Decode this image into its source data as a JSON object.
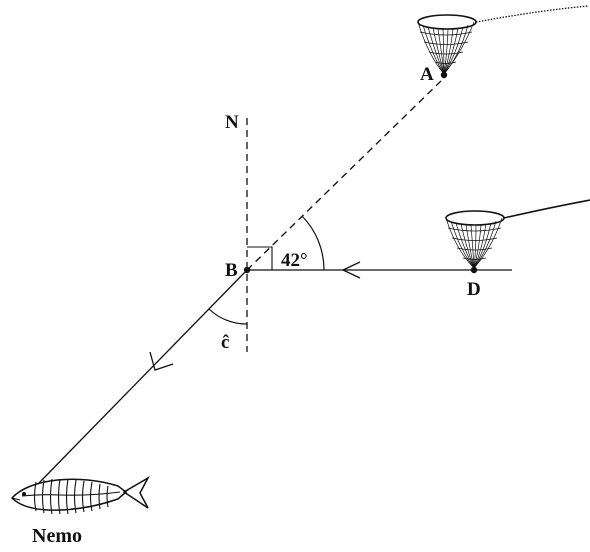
{
  "labels": {
    "point_a": "A",
    "point_b": "B",
    "point_d": "D",
    "north": "N",
    "angle_value": "42°",
    "angle_c": "ĉ",
    "fish_name": "Nemo"
  },
  "colors": {
    "ink": "#111111",
    "background": "#ffffff"
  }
}
